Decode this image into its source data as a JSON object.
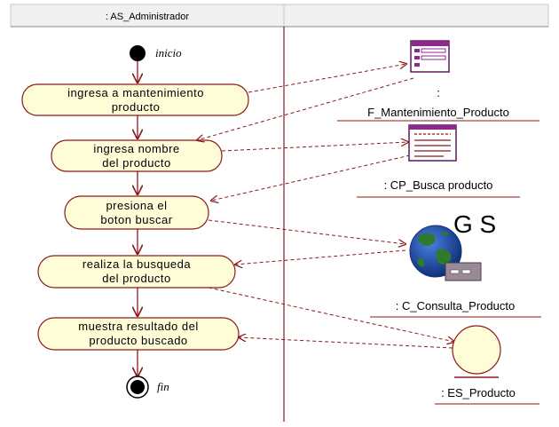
{
  "swimlanes": {
    "left": ": AS_Administrador",
    "right": ""
  },
  "states": {
    "start": "inicio",
    "end": "fin"
  },
  "activities": [
    {
      "line1": "ingresa a mantenimiento",
      "line2": "producto"
    },
    {
      "line1": "ingresa nombre",
      "line2": "del producto"
    },
    {
      "line1": "presiona el",
      "line2": "boton buscar"
    },
    {
      "line1": "realiza la busqueda",
      "line2": "del producto"
    },
    {
      "line1": "muestra resultado del",
      "line2": "producto buscado"
    }
  ],
  "objects": {
    "form": {
      "prefix": ":",
      "name": "F_Mantenimiento_Producto"
    },
    "control": {
      "name": ": CP_Busca producto"
    },
    "consult": {
      "logo": "G S",
      "name": ": C_Consulta_Producto"
    },
    "entity": {
      "name": ": ES_Producto"
    }
  },
  "colors": {
    "activity_fill": "#fefdd8",
    "activity_stroke": "#8b1a1a",
    "arrow": "#8b1a1a",
    "header_bg": "#f0f0f0",
    "divider": "#8b1a1a",
    "globe_blue": "#1f4fa8",
    "globe_green": "#2f7a2f",
    "entity_fill": "#fefdd8"
  },
  "icons": [
    "start-node-icon",
    "end-node-icon",
    "form-boundary-icon",
    "control-icon",
    "globe-server-icon",
    "entity-icon"
  ]
}
